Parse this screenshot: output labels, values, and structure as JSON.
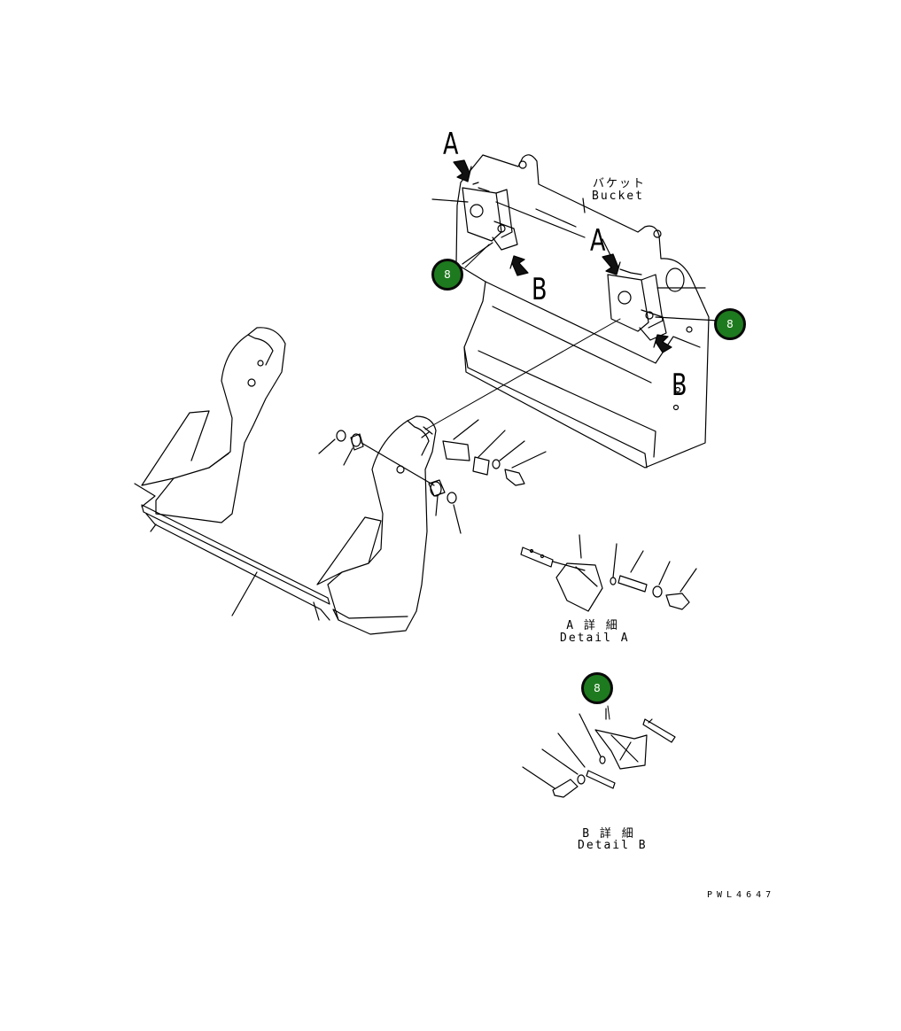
{
  "labels": {
    "bucket_jp": "バケット",
    "bucket_en": "Bucket",
    "view_a_1": "A",
    "view_b_1": "B",
    "view_a_2": "A",
    "view_b_2": "B",
    "detail_a_jp": "A 詳 細",
    "detail_a_en": "Detail A",
    "detail_b_jp": "B 詳 細",
    "detail_b_en": "Detail B",
    "drawing_code": "PWL4647"
  },
  "callouts": [
    {
      "number": "8",
      "color": "#1e7a1e"
    },
    {
      "number": "8",
      "color": "#1e7a1e"
    },
    {
      "number": "8",
      "color": "#1e7a1e"
    }
  ]
}
